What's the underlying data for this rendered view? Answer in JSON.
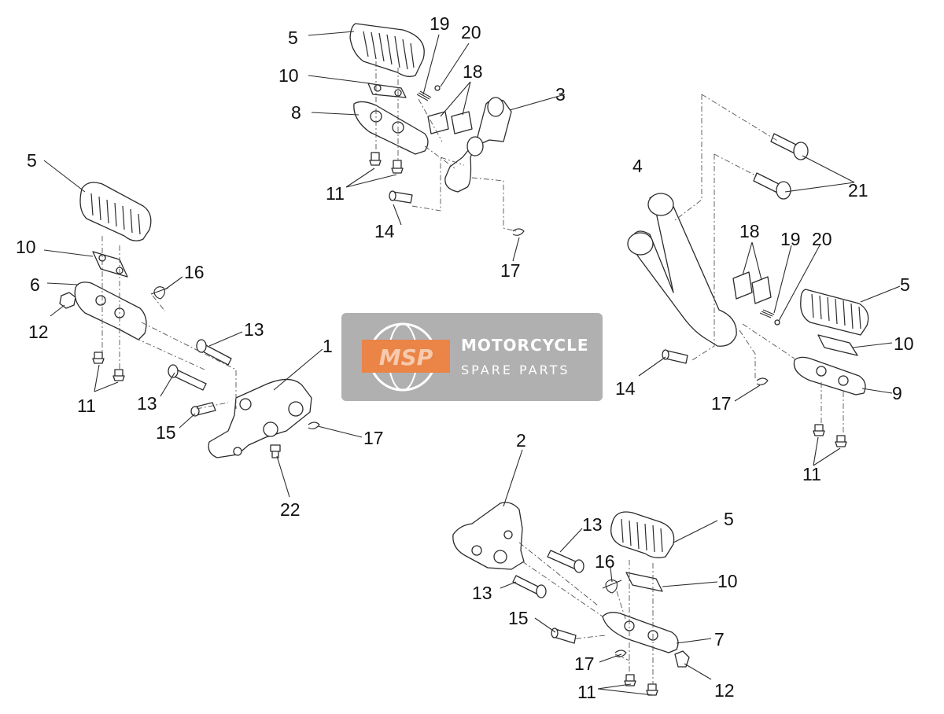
{
  "diagram": {
    "callouts": {
      "c1": "1",
      "c2": "2",
      "c3": "3",
      "c4": "4",
      "c5": "5",
      "c6": "6",
      "c7": "7",
      "c8": "8",
      "c9": "9",
      "c10": "10",
      "c11": "11",
      "c12": "12",
      "c13": "13",
      "c14": "14",
      "c15": "15",
      "c16": "16",
      "c17": "17",
      "c18": "18",
      "c19": "19",
      "c20": "20",
      "c21": "21",
      "c22": "22"
    }
  },
  "watermark": {
    "logo_text": "MSP",
    "line1": "MOTORCYCLE",
    "line2": "SPARE PARTS",
    "bg_color": "#a6a6a6",
    "logo_color": "#e8742e"
  }
}
